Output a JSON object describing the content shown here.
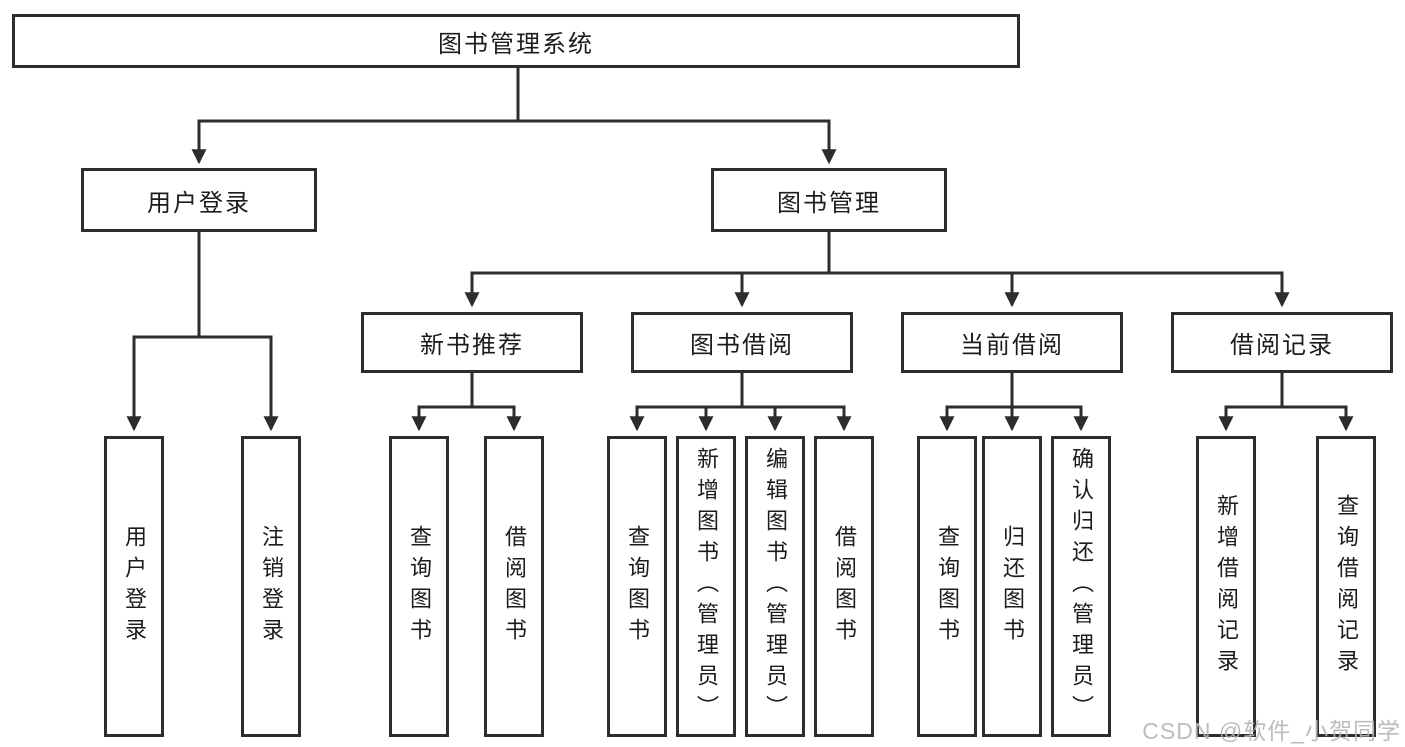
{
  "diagram": {
    "tree": {
      "root": {
        "label": "图书管理系统",
        "children": [
          {
            "label": "用户登录",
            "children": [
              {
                "label": "用户登录"
              },
              {
                "label": "注销登录"
              }
            ]
          },
          {
            "label": "图书管理",
            "children": [
              {
                "label": "新书推荐",
                "children": [
                  {
                    "label": "查询图书"
                  },
                  {
                    "label": "借阅图书"
                  }
                ]
              },
              {
                "label": "图书借阅",
                "children": [
                  {
                    "label": "查询图书"
                  },
                  {
                    "label": "新增图书（管理员）"
                  },
                  {
                    "label": "编辑图书（管理员）"
                  },
                  {
                    "label": "借阅图书"
                  }
                ]
              },
              {
                "label": "当前借阅",
                "children": [
                  {
                    "label": "查询图书"
                  },
                  {
                    "label": "归还图书"
                  },
                  {
                    "label": "确认归还（管理员）"
                  }
                ]
              },
              {
                "label": "借阅记录",
                "children": [
                  {
                    "label": "新增借阅记录"
                  },
                  {
                    "label": "查询借阅记录"
                  }
                ]
              }
            ]
          }
        ]
      }
    },
    "watermark": "CSDN @软件_小贺同学",
    "colors": {
      "line": "#2d2d2d",
      "box_border": "#2d2d2d",
      "text": "#1c1c1c",
      "watermark": "#b5b5b5",
      "background": "#ffffff"
    }
  }
}
